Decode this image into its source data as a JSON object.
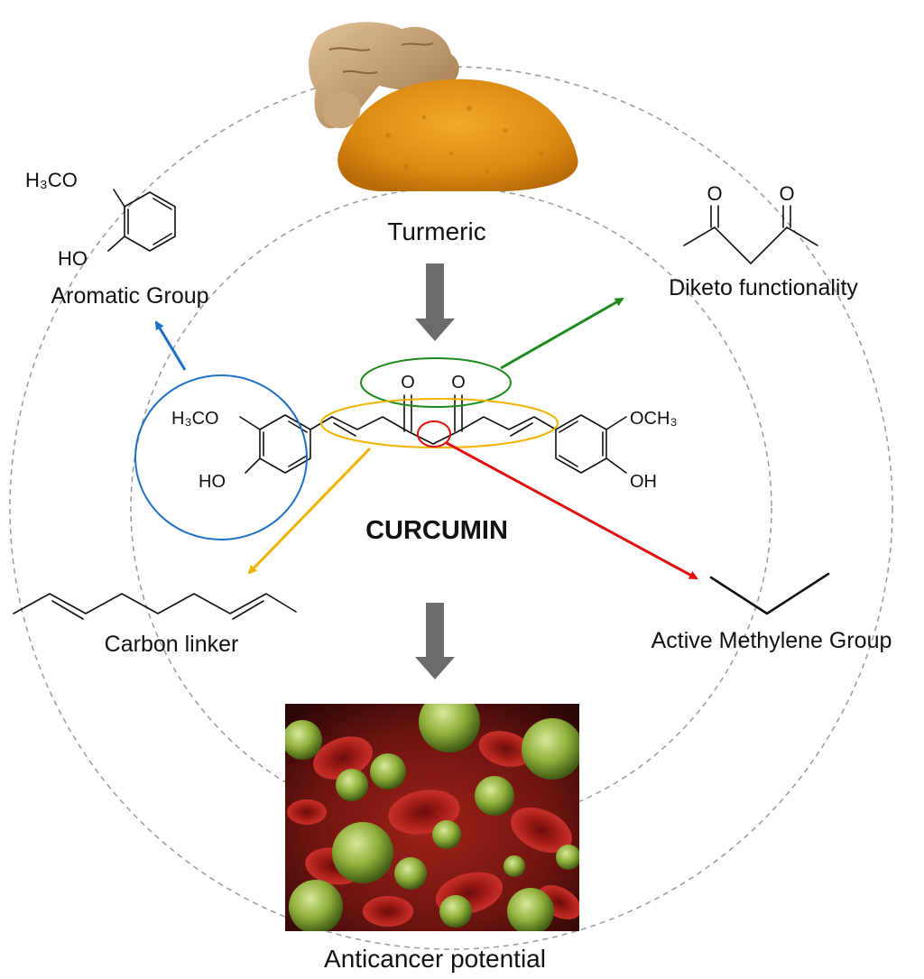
{
  "labels": {
    "turmeric": "Turmeric",
    "curcumin": "CURCUMIN",
    "anticancer": "Anticancer potential",
    "aromatic": "Aromatic Group",
    "diketo": "Diketo functionality",
    "carbon_linker": "Carbon linker",
    "methylene": "Active Methylene Group"
  },
  "chem": {
    "aromatic_methoxy": "H₃CO",
    "aromatic_hydroxy": "HO",
    "curcumin_left_methoxy": "H₃CO",
    "curcumin_left_hydroxy": "HO",
    "curcumin_right_methoxy": "OCH₃",
    "curcumin_right_hydroxy": "OH",
    "oxygen_1": "O",
    "oxygen_2": "O",
    "diketo_oxygen_1": "O",
    "diketo_oxygen_2": "O"
  },
  "colors": {
    "aromatic": "#1f6fc5",
    "diketo": "#1e8a1e",
    "carbon_linker": "#f0b400",
    "methylene": "#e01010",
    "flow_arrow": "#6b6b6b"
  }
}
